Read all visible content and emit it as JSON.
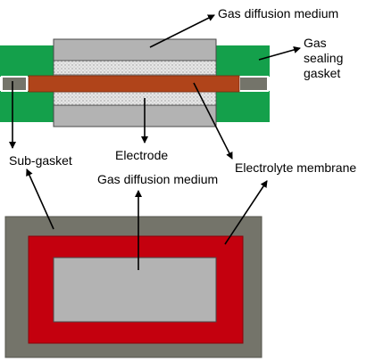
{
  "labels": {
    "gas_diffusion_medium_top": "Gas diffusion medium",
    "gas_sealing_gasket": "Gas\nsealing\ngasket",
    "sub_gasket": "Sub-gasket",
    "electrode": "Electrode",
    "electrolyte_membrane": "Electrolyte membrane",
    "gas_diffusion_medium_bottom": "Gas diffusion medium"
  },
  "colors": {
    "gas_diffusion_medium": "#b3b3b3",
    "gas_sealing_gasket": "#14a04b",
    "electrolyte_membrane": "#b0441a",
    "electrode": "#e4e4e4",
    "sub_gasket": "#74746a",
    "membrane_frame": "#c4000e",
    "outline": "#4a4a4a"
  }
}
